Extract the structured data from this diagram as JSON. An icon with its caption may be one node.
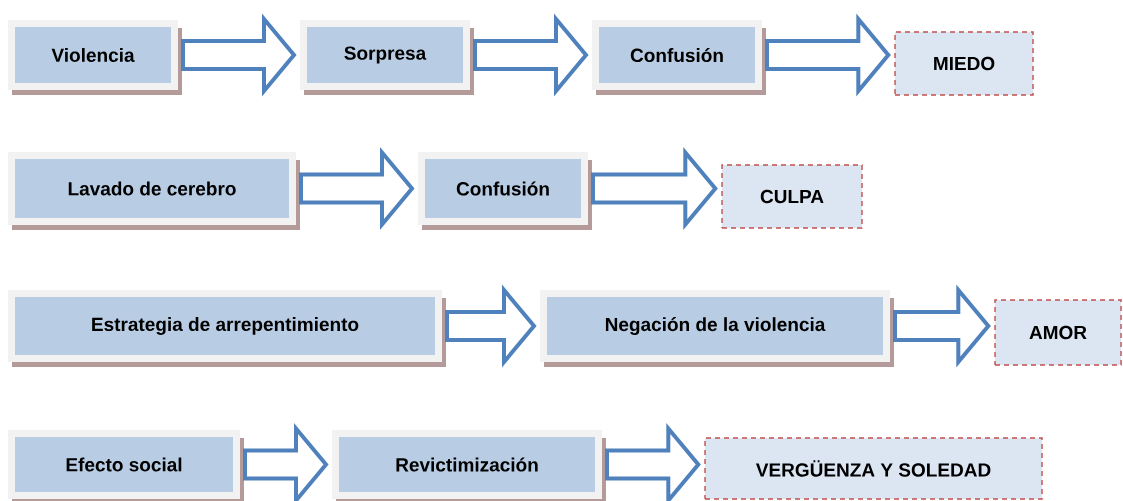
{
  "diagram": {
    "nodes": [
      {
        "text": [
          "Violencia"
        ]
      },
      {
        "text": [
          "Sorpresa"
        ]
      },
      {
        "text": [
          "Confusión"
        ]
      },
      {
        "text": [
          "MIEDO"
        ]
      },
      {
        "text": [
          "Lavado de cerebro"
        ]
      },
      {
        "text": [
          "Confusión"
        ]
      },
      {
        "text": [
          "CULPA"
        ]
      },
      {
        "text": [
          "Estrategia de arrepentimiento"
        ]
      },
      {
        "text": [
          "Negación de la violencia"
        ]
      },
      {
        "text": [
          "AMOR"
        ]
      },
      {
        "text": [
          "Efecto social"
        ]
      },
      {
        "text": [
          "Revictimización"
        ]
      },
      {
        "text": [
          "VERGÜENZA Y SOLEDAD"
        ]
      }
    ],
    "edges": [
      {
        "from": 0,
        "to": 1,
        "arrow": "to"
      },
      {
        "from": 1,
        "to": 2,
        "arrow": "to"
      },
      {
        "from": 2,
        "to": 3,
        "arrow": "to"
      },
      {
        "from": 4,
        "to": 5,
        "arrow": "to"
      },
      {
        "from": 5,
        "to": 6,
        "arrow": "to"
      },
      {
        "from": 7,
        "to": 8,
        "arrow": "to"
      },
      {
        "from": 8,
        "to": 9,
        "arrow": "to"
      },
      {
        "from": 10,
        "to": 11,
        "arrow": "to"
      },
      {
        "from": 11,
        "to": 12,
        "arrow": "to"
      }
    ]
  }
}
